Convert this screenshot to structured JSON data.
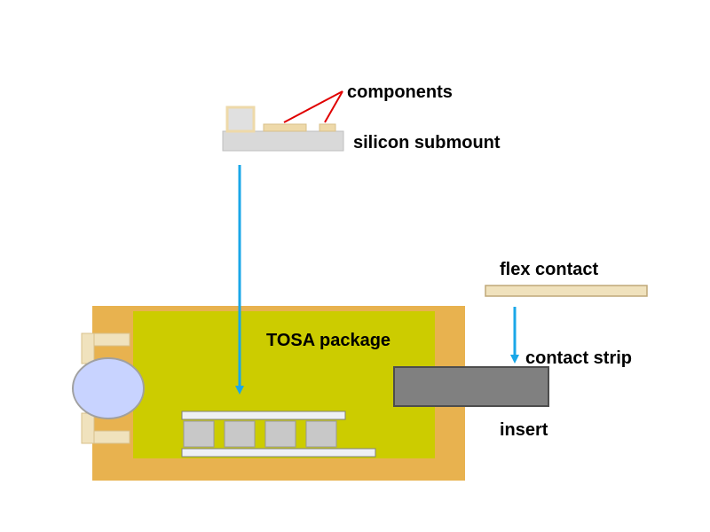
{
  "labels": {
    "components": "components",
    "silicon_submount": "silicon submount",
    "flex_contact": "flex contact",
    "tosa_package": "TOSA package",
    "contact_strip": "contact strip",
    "insert": "insert"
  },
  "colors": {
    "package_frame": "#e8b24f",
    "package_interior": "#cccc00",
    "submount": "#d9d9d9",
    "component_pad": "#eed9a9",
    "flex_contact": "#f0e2bd",
    "insert": "#808080",
    "lens": "#c8d3ff",
    "assembly_arrow": "#1aa7e8",
    "leader_lines": "#e00000"
  }
}
